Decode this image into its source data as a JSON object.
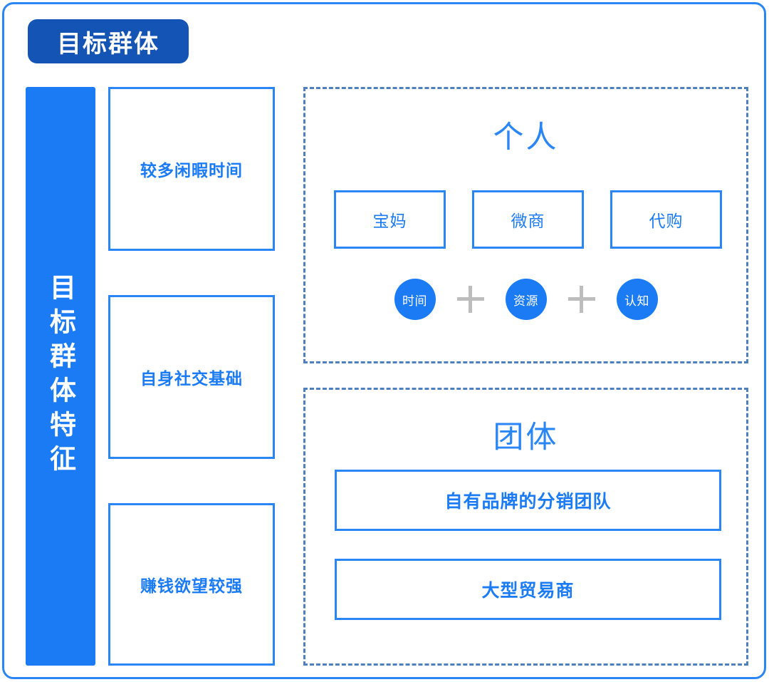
{
  "title_badge": {
    "label": "目标群体"
  },
  "vertical_bar": {
    "label": "目标群体特征"
  },
  "features": [
    {
      "label": "较多闲暇时间"
    },
    {
      "label": "自身社交基础"
    },
    {
      "label": "赚钱欲望较强"
    }
  ],
  "groups": {
    "individual": {
      "heading": "个人",
      "roles": [
        {
          "label": "宝妈"
        },
        {
          "label": "微商"
        },
        {
          "label": "代购"
        }
      ],
      "capabilities": [
        {
          "label": "时间"
        },
        {
          "label": "资源"
        },
        {
          "label": "认知"
        }
      ],
      "operators": [
        "+",
        "+"
      ]
    },
    "organization": {
      "heading": "团体",
      "items": [
        {
          "label": "自有品牌的分销团队"
        },
        {
          "label": "大型贸易商"
        }
      ]
    }
  },
  "colors": {
    "accent_blue": "#1a7bf5",
    "border_blue": "#2b86f5",
    "badge_blue": "#1354b5",
    "dashed_blue": "#4e7fbf",
    "plus_gray": "#bdbdbd",
    "white": "#ffffff"
  }
}
